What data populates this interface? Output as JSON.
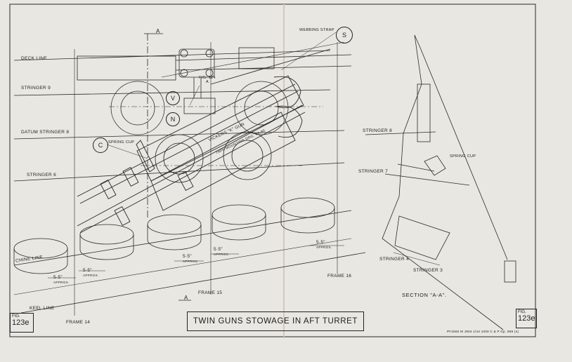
{
  "drawing": {
    "title": "TWIN GUNS STOWAGE IN AFT TURRET",
    "fig_left": {
      "label": "FIG.",
      "number": "123e"
    },
    "fig_right": {
      "label": "FIG.",
      "number": "123e"
    },
    "footer_ref": "PF2660 M   J904   1/44   1000   C & P   Gp. 959 (4)",
    "section_label": "SECTION \"A-A\"."
  },
  "labels": {
    "deck_line": "DECK LINE",
    "stringer_9": "STRINGER 9",
    "datum_stringer_8": "DATUM STRINGER 8",
    "stringer_6": "STRINGER 6",
    "chine_line": "CHINE LINE",
    "keel_line": "KEEL LINE",
    "frame_14": "FRAME 14",
    "frame_15": "FRAME 15",
    "frame_16": "FRAME 16",
    "section_a_top": "A",
    "section_a_bottom": "A",
    "webbing_strap": "WEBBING STRAP",
    "spring_cup": "SPRING CUP",
    "fig_ref": "FIG. 124 A",
    "gun_name": "VICKERS \"K\" GUN",
    "gun_mounting": "TWIN MOUNTING DRG. VA.80",
    "stringer_8_r": "STRINGER 8",
    "stringer_7_r": "STRINGER 7",
    "stringer_4_r": "STRINGER 4",
    "stringer_3_r": "STRINGER 3",
    "spring_cup_r": "SPRING CUP"
  },
  "dims": [
    {
      "value": "5·5\"",
      "note": "APPROX."
    },
    {
      "value": "5·5\"",
      "note": "APPROX."
    },
    {
      "value": "5·5\"",
      "note": "APPROX."
    },
    {
      "value": "5·5\"",
      "note": "APPROX."
    },
    {
      "value": "5·5\"",
      "note": "APPROX."
    }
  ],
  "tags": {
    "s": "S",
    "v": "V",
    "n": "N",
    "c": "C"
  }
}
